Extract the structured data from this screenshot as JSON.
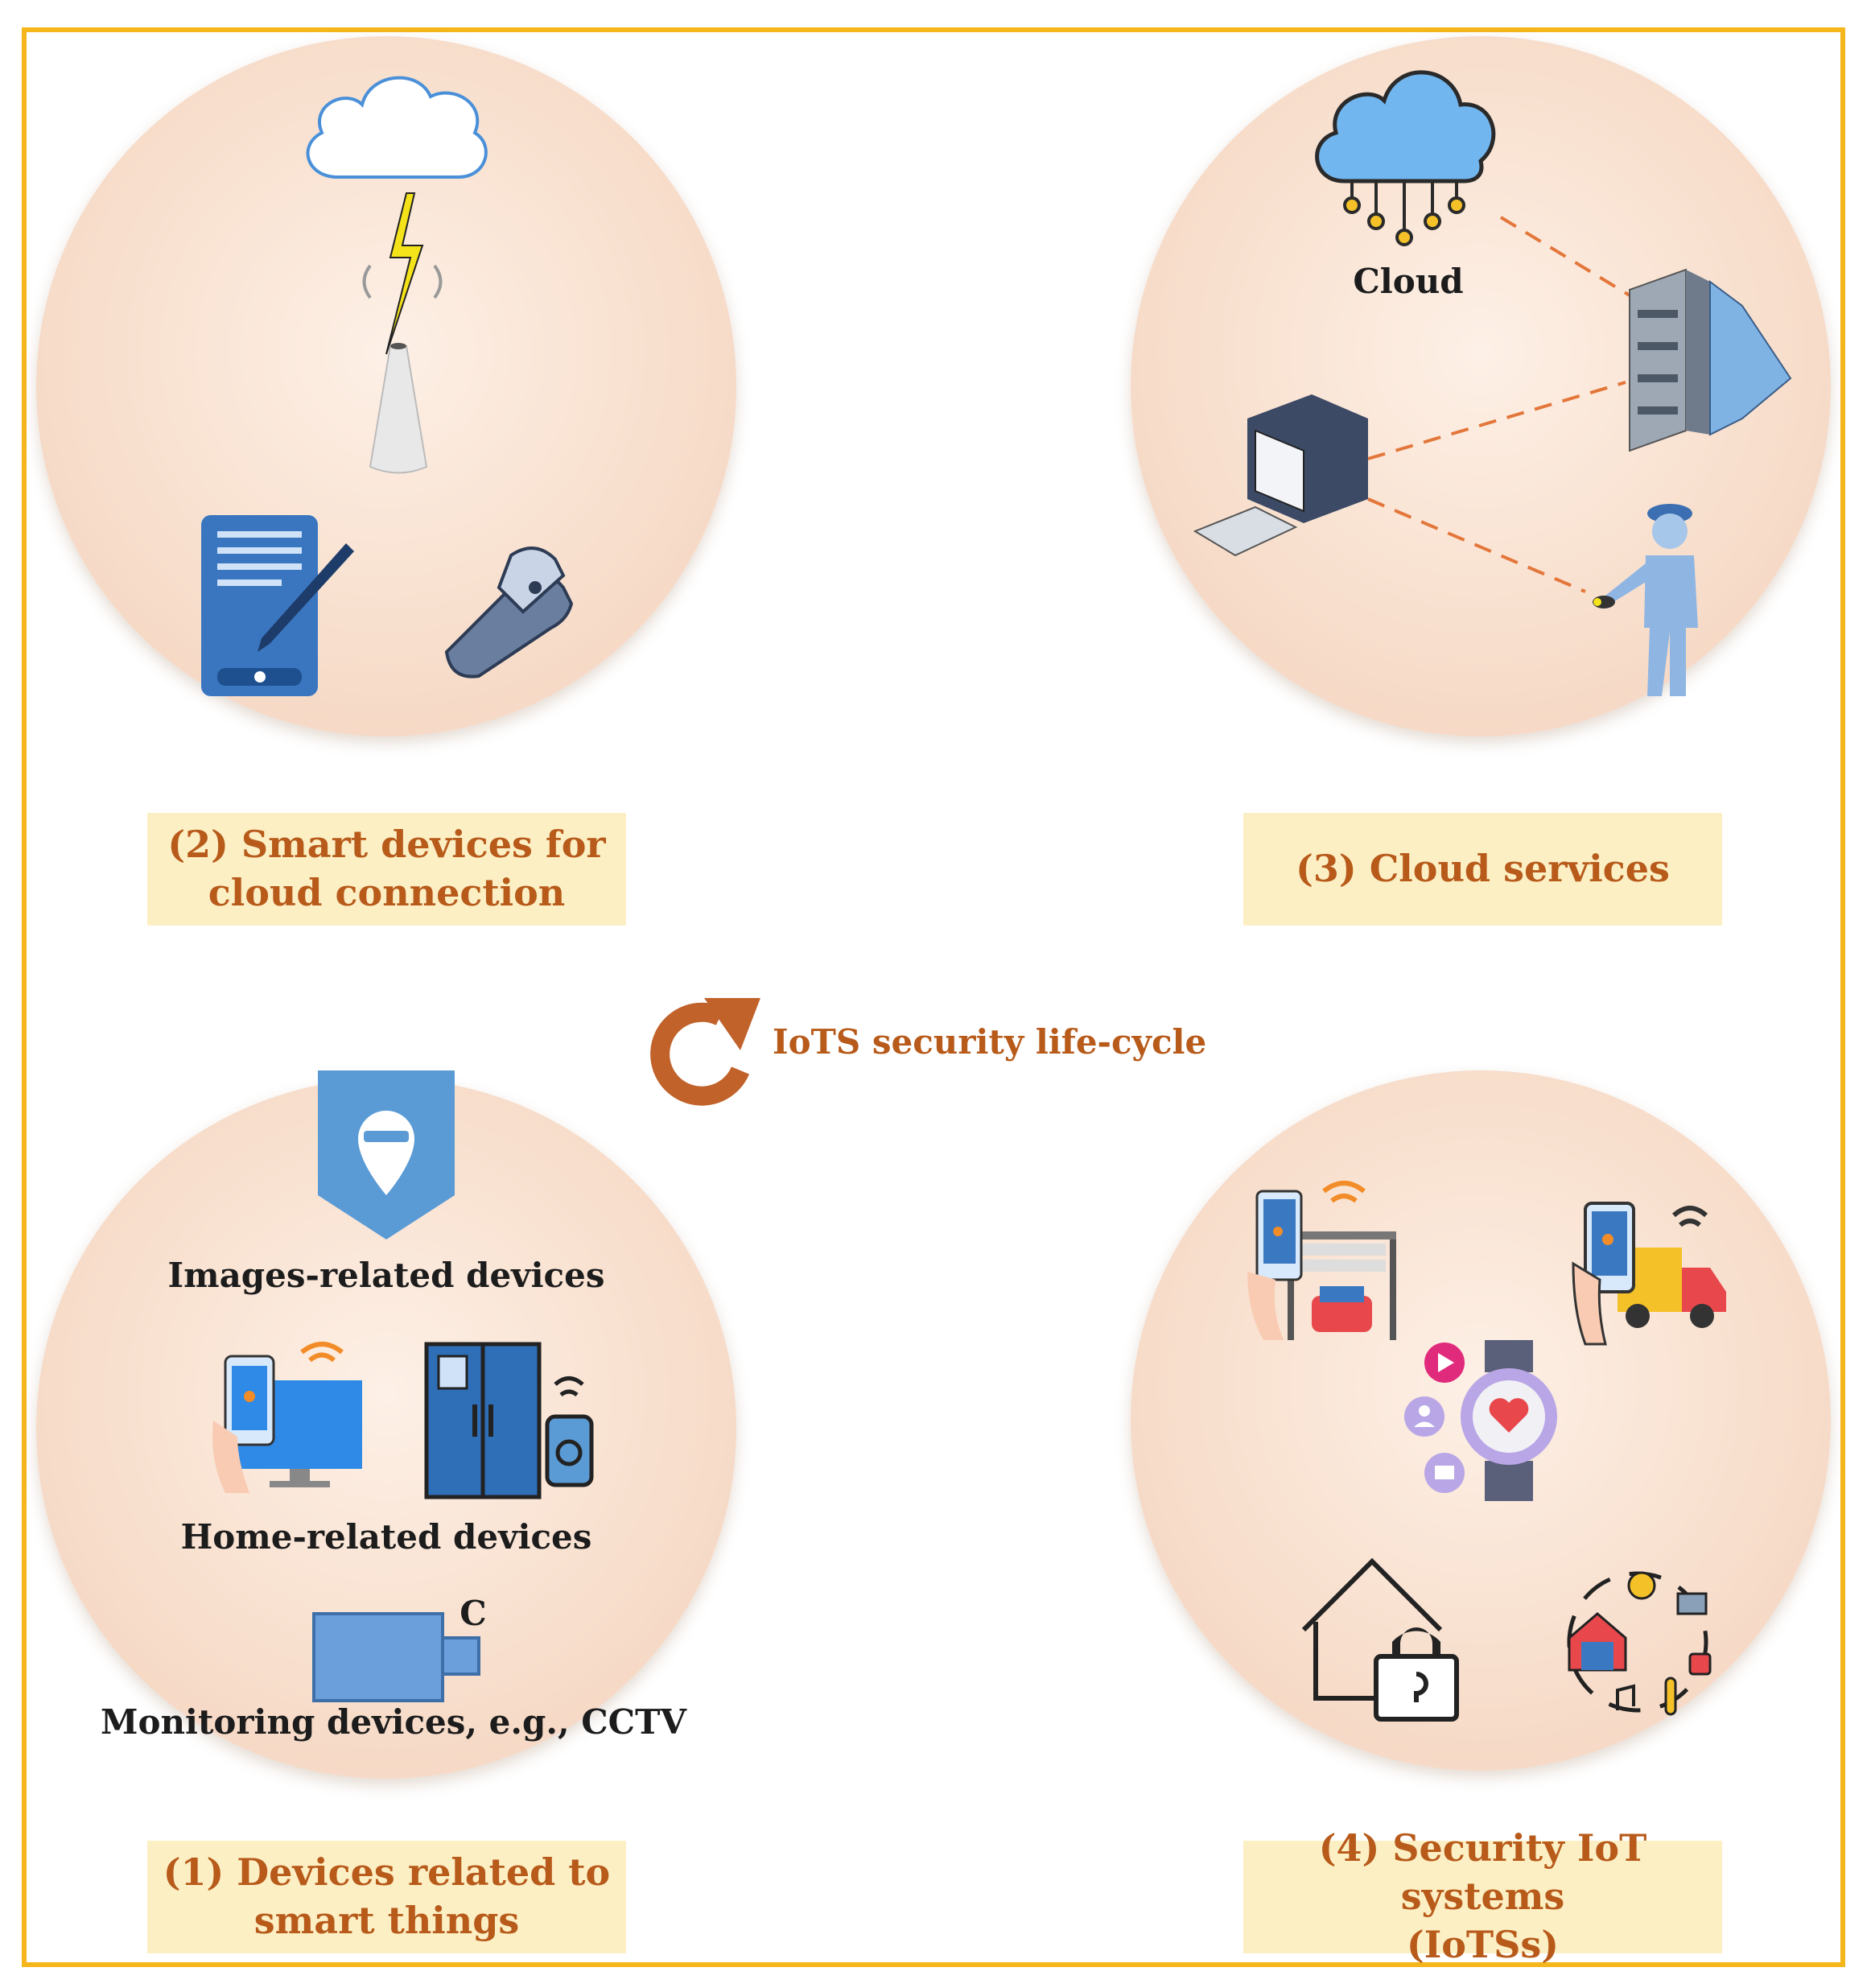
{
  "cycle_label": "IoTS security life-cycle",
  "quadrants": {
    "smart_devices": {
      "label": "(2) Smart devices for\ncloud connection"
    },
    "cloud_services": {
      "label": "(3) Cloud services",
      "cloud_text": "Cloud"
    },
    "devices_things": {
      "label": "(1) Devices related to\nsmart things",
      "images_text": "Images-related devices",
      "home_text": "Home-related devices",
      "monitoring_text": "Monitoring devices, e.g., CCTV",
      "camera_letter": "C"
    },
    "security_iot": {
      "label": "(4) Security IoT systems\n(IoTSs)"
    }
  },
  "colors": {
    "frame": "#f5b61c",
    "label_bg": "#fcefc4",
    "label_text": "#b75a1a",
    "accent_blue": "#5b9bd5"
  }
}
